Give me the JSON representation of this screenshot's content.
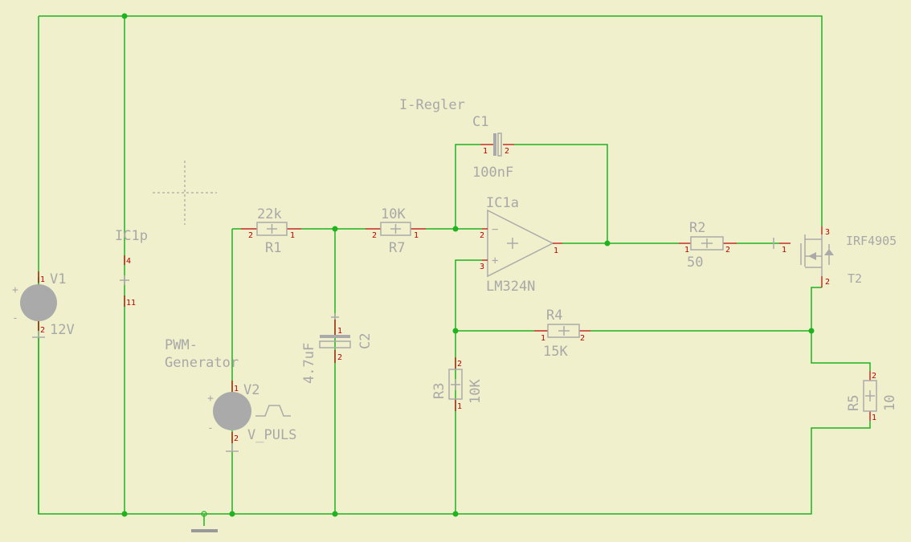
{
  "title": {
    "line1": "I-Regler"
  },
  "pwm_label": {
    "line1": "PWM-",
    "line2": "Generator"
  },
  "components": {
    "V1": {
      "name": "V1",
      "value": "12V",
      "pin1": "1",
      "pin2": "2",
      "plus": "+",
      "minus": "-"
    },
    "V2": {
      "name": "V2",
      "value": "V_PULS",
      "pin1": "1",
      "pin2": "2",
      "plus": "+",
      "minus": "-"
    },
    "IC1p": {
      "name": "IC1p",
      "pin4": "4",
      "pin11": "11"
    },
    "IC1a": {
      "name": "IC1a",
      "part": "LM324N",
      "pin1": "1",
      "pin2": "2",
      "pin3": "3",
      "minus": "−",
      "plus": "+"
    },
    "R1": {
      "name": "R1",
      "value": "22k",
      "pin1": "1",
      "pin2": "2"
    },
    "R7": {
      "name": "R7",
      "value": "10K",
      "pin1": "1",
      "pin2": "2"
    },
    "C1": {
      "name": "C1",
      "value": "100nF",
      "pin1": "1",
      "pin2": "2"
    },
    "C2": {
      "name": "C2",
      "value": "4.7uF",
      "pin1": "1",
      "pin2": "2"
    },
    "R2": {
      "name": "R2",
      "value": "50",
      "pin1": "1",
      "pin2": "2"
    },
    "R3": {
      "name": "R3",
      "value": "10K",
      "pin1": "1",
      "pin2": "2"
    },
    "R4": {
      "name": "R4",
      "value": "15K",
      "pin1": "1",
      "pin2": "2"
    },
    "R5": {
      "name": "R5",
      "value": "10",
      "pin1": "1",
      "pin2": "2"
    },
    "T2": {
      "name": "T2",
      "part": "IRF4905",
      "pin1": "1",
      "pin2": "2",
      "pin3": "3"
    }
  }
}
